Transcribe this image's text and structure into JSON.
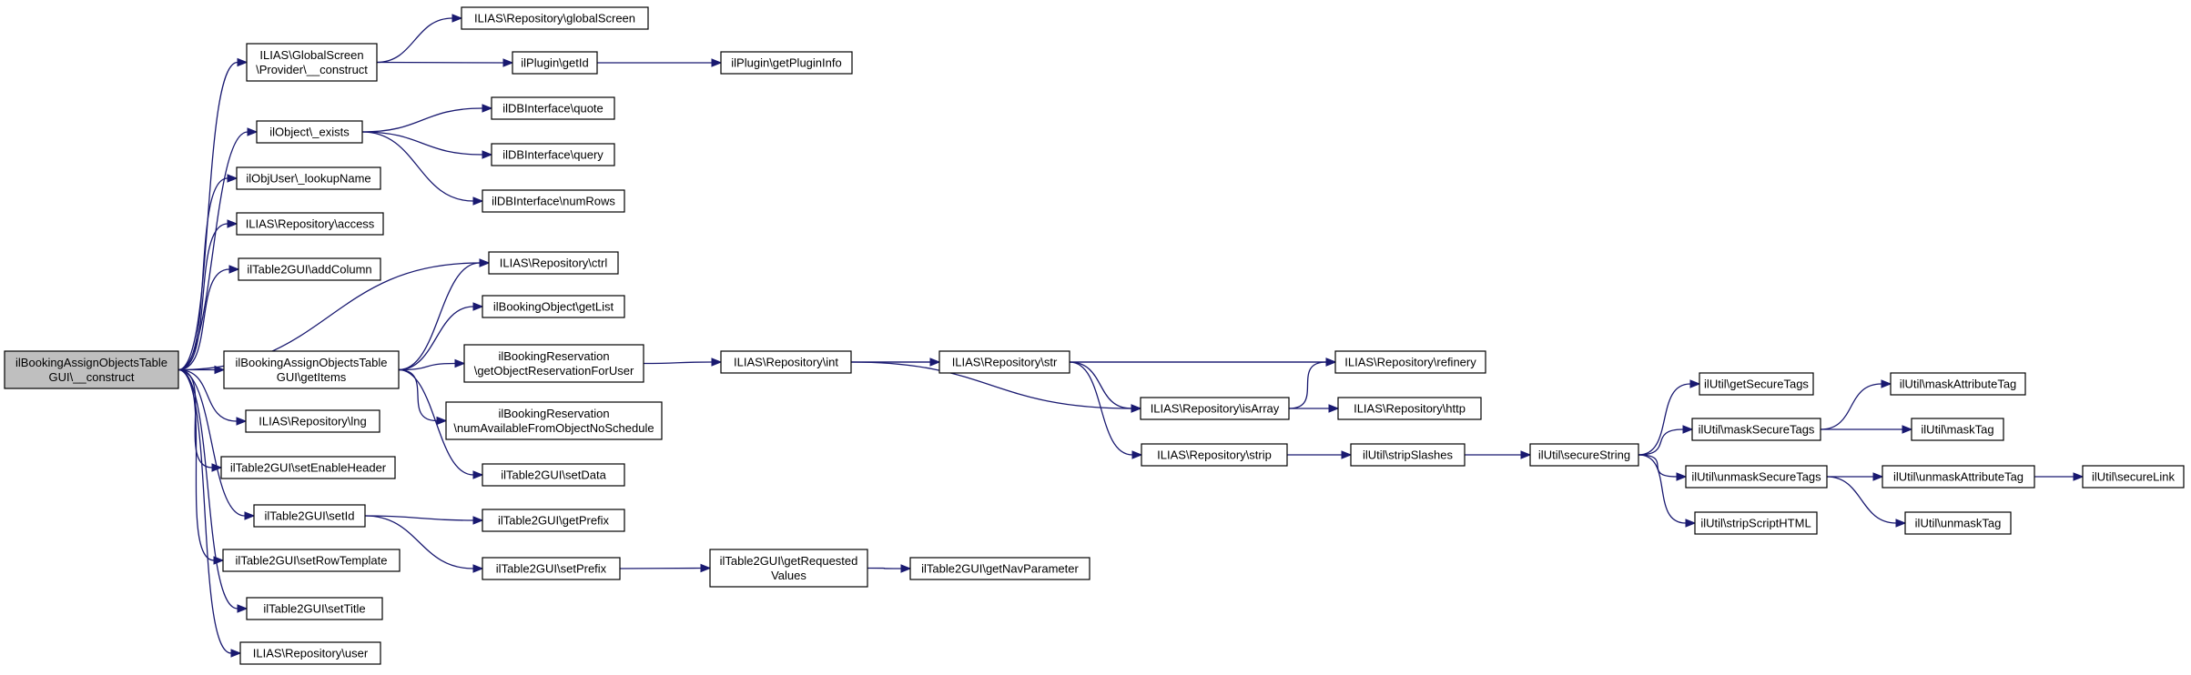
{
  "graph": {
    "edge_color": "#191970",
    "root_fill": "#bfbfbf",
    "node_fill": "#ffffff",
    "nodes": [
      {
        "id": "root",
        "lines": [
          "ilBookingAssignObjectsTable",
          "GUI\\__construct"
        ],
        "root": true
      },
      {
        "id": "gs_provider",
        "lines": [
          "ILIAS\\GlobalScreen",
          "\\Provider\\__construct"
        ]
      },
      {
        "id": "repo_globalscreen",
        "lines": [
          "ILIAS\\Repository\\globalScreen"
        ]
      },
      {
        "id": "plugin_getid",
        "lines": [
          "ilPlugin\\getId"
        ]
      },
      {
        "id": "plugin_getplugininfo",
        "lines": [
          "ilPlugin\\getPluginInfo"
        ]
      },
      {
        "id": "obj_exists",
        "lines": [
          "ilObject\\_exists"
        ]
      },
      {
        "id": "db_quote",
        "lines": [
          "ilDBInterface\\quote"
        ]
      },
      {
        "id": "db_query",
        "lines": [
          "ilDBInterface\\query"
        ]
      },
      {
        "id": "db_numrows",
        "lines": [
          "ilDBInterface\\numRows"
        ]
      },
      {
        "id": "objuser_lookupname",
        "lines": [
          "ilObjUser\\_lookupName"
        ]
      },
      {
        "id": "repo_access",
        "lines": [
          "ILIAS\\Repository\\access"
        ]
      },
      {
        "id": "t2_addcolumn",
        "lines": [
          "ilTable2GUI\\addColumn"
        ]
      },
      {
        "id": "repo_ctrl",
        "lines": [
          "ILIAS\\Repository\\ctrl"
        ]
      },
      {
        "id": "bao_getitems",
        "lines": [
          "ilBookingAssignObjectsTable",
          "GUI\\getItems"
        ]
      },
      {
        "id": "bo_getlist",
        "lines": [
          "ilBookingObject\\getList"
        ]
      },
      {
        "id": "br_getobjres",
        "lines": [
          "ilBookingReservation",
          "\\getObjectReservationForUser"
        ]
      },
      {
        "id": "br_numavail",
        "lines": [
          "ilBookingReservation",
          "\\numAvailableFromObjectNoSchedule"
        ]
      },
      {
        "id": "t2_setdata",
        "lines": [
          "ilTable2GUI\\setData"
        ]
      },
      {
        "id": "repo_lng",
        "lines": [
          "ILIAS\\Repository\\lng"
        ]
      },
      {
        "id": "t2_setenableheader",
        "lines": [
          "ilTable2GUI\\setEnableHeader"
        ]
      },
      {
        "id": "t2_setid",
        "lines": [
          "ilTable2GUI\\setId"
        ]
      },
      {
        "id": "t2_getprefix",
        "lines": [
          "ilTable2GUI\\getPrefix"
        ]
      },
      {
        "id": "t2_setprefix",
        "lines": [
          "ilTable2GUI\\setPrefix"
        ]
      },
      {
        "id": "t2_getrequested",
        "lines": [
          "ilTable2GUI\\getRequested",
          "Values"
        ]
      },
      {
        "id": "t2_getnavparam",
        "lines": [
          "ilTable2GUI\\getNavParameter"
        ]
      },
      {
        "id": "t2_setrowtemplate",
        "lines": [
          "ilTable2GUI\\setRowTemplate"
        ]
      },
      {
        "id": "t2_settitle",
        "lines": [
          "ilTable2GUI\\setTitle"
        ]
      },
      {
        "id": "repo_user",
        "lines": [
          "ILIAS\\Repository\\user"
        ]
      },
      {
        "id": "repo_int",
        "lines": [
          "ILIAS\\Repository\\int"
        ]
      },
      {
        "id": "repo_str",
        "lines": [
          "ILIAS\\Repository\\str"
        ]
      },
      {
        "id": "repo_refinery",
        "lines": [
          "ILIAS\\Repository\\refinery"
        ]
      },
      {
        "id": "repo_isarray",
        "lines": [
          "ILIAS\\Repository\\isArray"
        ]
      },
      {
        "id": "repo_http",
        "lines": [
          "ILIAS\\Repository\\http"
        ]
      },
      {
        "id": "repo_strip",
        "lines": [
          "ILIAS\\Repository\\strip"
        ]
      },
      {
        "id": "util_stripslashes",
        "lines": [
          "ilUtil\\stripSlashes"
        ]
      },
      {
        "id": "util_securestring",
        "lines": [
          "ilUtil\\secureString"
        ]
      },
      {
        "id": "util_getsecuretags",
        "lines": [
          "ilUtil\\getSecureTags"
        ]
      },
      {
        "id": "util_masksecuretags",
        "lines": [
          "ilUtil\\maskSecureTags"
        ]
      },
      {
        "id": "util_unmasksecuretags",
        "lines": [
          "ilUtil\\unmaskSecureTags"
        ]
      },
      {
        "id": "util_stripscripthtml",
        "lines": [
          "ilUtil\\stripScriptHTML"
        ]
      },
      {
        "id": "util_maskattributetag",
        "lines": [
          "ilUtil\\maskAttributeTag"
        ]
      },
      {
        "id": "util_masktag",
        "lines": [
          "ilUtil\\maskTag"
        ]
      },
      {
        "id": "util_unmaskattributetag",
        "lines": [
          "ilUtil\\unmaskAttributeTag"
        ]
      },
      {
        "id": "util_unmasktag",
        "lines": [
          "ilUtil\\unmaskTag"
        ]
      },
      {
        "id": "util_securelink",
        "lines": [
          "ilUtil\\secureLink"
        ]
      }
    ],
    "edges": [
      [
        "root",
        "gs_provider"
      ],
      [
        "root",
        "obj_exists"
      ],
      [
        "root",
        "objuser_lookupname"
      ],
      [
        "root",
        "repo_access"
      ],
      [
        "root",
        "t2_addcolumn"
      ],
      [
        "root",
        "repo_ctrl"
      ],
      [
        "root",
        "bao_getitems"
      ],
      [
        "root",
        "repo_lng"
      ],
      [
        "root",
        "t2_setenableheader"
      ],
      [
        "root",
        "t2_setid"
      ],
      [
        "root",
        "t2_setrowtemplate"
      ],
      [
        "root",
        "t2_settitle"
      ],
      [
        "root",
        "repo_user"
      ],
      [
        "gs_provider",
        "repo_globalscreen"
      ],
      [
        "gs_provider",
        "plugin_getid"
      ],
      [
        "plugin_getid",
        "plugin_getplugininfo"
      ],
      [
        "obj_exists",
        "db_quote"
      ],
      [
        "obj_exists",
        "db_query"
      ],
      [
        "obj_exists",
        "db_numrows"
      ],
      [
        "bao_getitems",
        "repo_ctrl"
      ],
      [
        "bao_getitems",
        "bo_getlist"
      ],
      [
        "bao_getitems",
        "br_getobjres"
      ],
      [
        "bao_getitems",
        "br_numavail"
      ],
      [
        "bao_getitems",
        "t2_setdata"
      ],
      [
        "br_getobjres",
        "repo_int"
      ],
      [
        "repo_int",
        "repo_str"
      ],
      [
        "repo_int",
        "repo_refinery"
      ],
      [
        "repo_int",
        "repo_isarray"
      ],
      [
        "repo_str",
        "repo_refinery"
      ],
      [
        "repo_str",
        "repo_isarray"
      ],
      [
        "repo_str",
        "repo_strip"
      ],
      [
        "repo_isarray",
        "repo_refinery"
      ],
      [
        "repo_isarray",
        "repo_http"
      ],
      [
        "repo_strip",
        "util_stripslashes"
      ],
      [
        "util_stripslashes",
        "util_securestring"
      ],
      [
        "util_securestring",
        "util_getsecuretags"
      ],
      [
        "util_securestring",
        "util_masksecuretags"
      ],
      [
        "util_securestring",
        "util_unmasksecuretags"
      ],
      [
        "util_securestring",
        "util_stripscripthtml"
      ],
      [
        "util_masksecuretags",
        "util_maskattributetag"
      ],
      [
        "util_masksecuretags",
        "util_masktag"
      ],
      [
        "util_unmasksecuretags",
        "util_unmaskattributetag"
      ],
      [
        "util_unmasksecuretags",
        "util_unmasktag"
      ],
      [
        "util_unmaskattributetag",
        "util_securelink"
      ],
      [
        "t2_setid",
        "t2_getprefix"
      ],
      [
        "t2_setid",
        "t2_setprefix"
      ],
      [
        "t2_setprefix",
        "t2_getrequested"
      ],
      [
        "t2_getrequested",
        "t2_getnavparam"
      ]
    ]
  }
}
